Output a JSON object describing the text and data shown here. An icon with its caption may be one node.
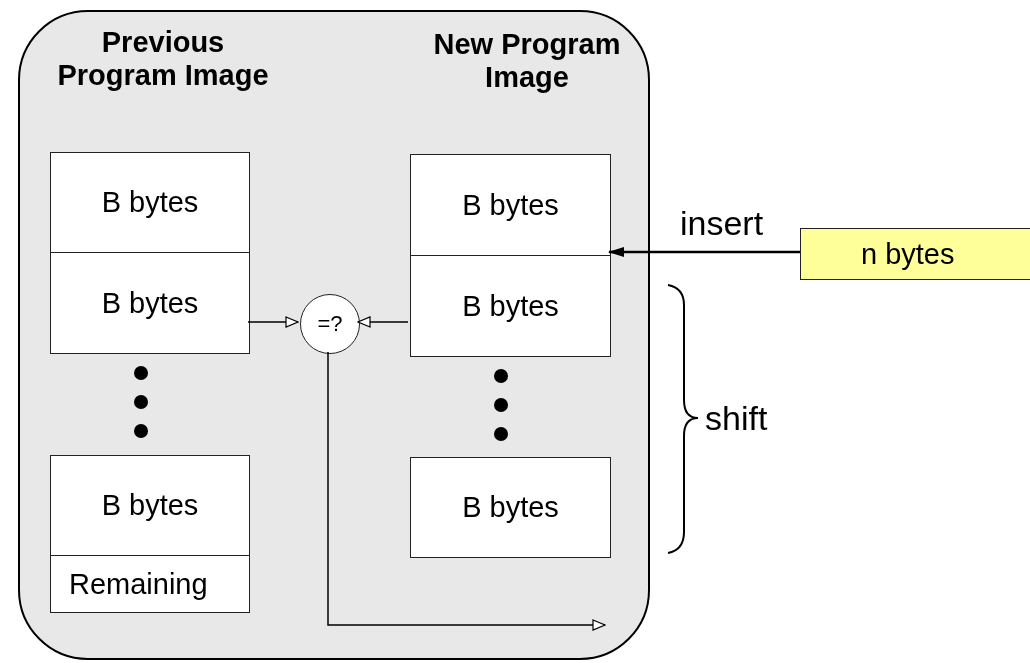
{
  "diagram": {
    "nodes": [
      {
        "text": [],
        "shape": "box"
      },
      {
        "text": [
          "B bytes"
        ],
        "in": 0
      },
      {
        "text": [
          "B bytes"
        ],
        "in": 0
      },
      {
        "text": [
          "B bytes"
        ],
        "in": 0
      },
      {
        "text": [
          "Remaining"
        ],
        "in": 0
      },
      {
        "text": [
          "=?"
        ],
        "in": 0
      },
      {
        "text": [
          "B bytes"
        ],
        "in": 0
      },
      {
        "text": [
          "B bytes"
        ],
        "in": 0
      },
      {
        "text": [
          "B bytes"
        ],
        "in": 0
      },
      {
        "text": [
          "n bytes"
        ]
      }
    ],
    "edges": [
      {
        "from": 2,
        "to": 5,
        "arrow": "to"
      },
      {
        "from": 7,
        "to": 5,
        "arrow": "to"
      },
      {
        "from": 5,
        "to": null,
        "arrow": "to"
      },
      {
        "from": 9,
        "to": 6,
        "arrow": "to",
        "label": "insert"
      }
    ],
    "labels": [
      "Previous Program Image",
      "New Program Image",
      "shift"
    ]
  }
}
